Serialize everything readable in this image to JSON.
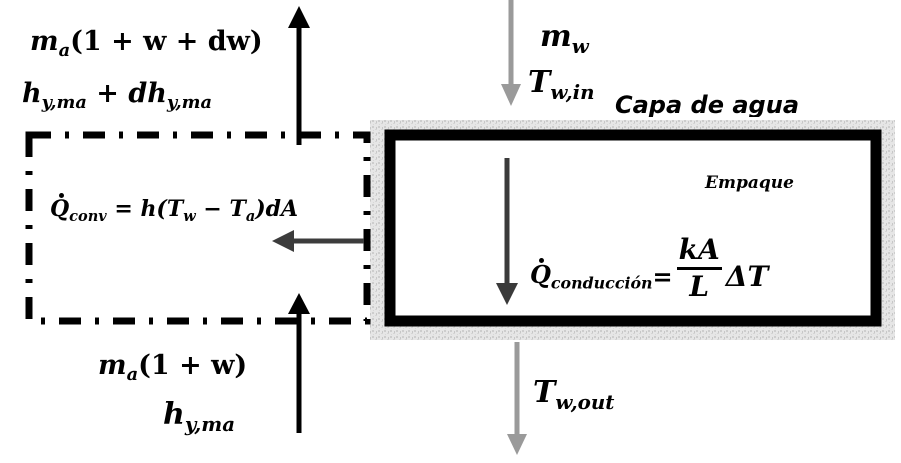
{
  "diagram": {
    "title": "Balance de masa y energía en un elemento diferencial de torre de enfriamiento",
    "colors": {
      "stroke_black": "#000000",
      "water_arrow_gray": "#9a9a9a",
      "conduction_arrow": "#3a3a3a",
      "convection_arrow": "#3c3c3c",
      "texture_band": "#d4d4d4"
    },
    "labels": {
      "air_out_mass": {
        "base": "m",
        "sub": "a",
        "rest": "(1 + w + dw)"
      },
      "air_out_enthalpy": {
        "base": "h",
        "sub": "y,ma",
        "mid": " + dh",
        "sub2": "y,ma"
      },
      "water_in_mass": {
        "base": "m",
        "sub": "w"
      },
      "water_in_temp": {
        "base": "T",
        "sub": "w,in"
      },
      "water_layer": "Capa de agua",
      "packing": "Empaque",
      "convection_eq": {
        "q": "Q",
        "sub": "conv",
        "rhs1": " = h(T",
        "sub_w": "w",
        "minus": " − T",
        "sub_a": "a",
        "rhs2": ")dA"
      },
      "conduction_eq": {
        "q": "Q",
        "sub": "conducción",
        "eq": " = ",
        "num": "kA",
        "den": "L",
        "tail": "ΔT"
      },
      "air_in_mass": {
        "base": "m",
        "sub": "a",
        "rest": "(1 + w)"
      },
      "air_in_enthalpy": {
        "base": "h",
        "sub": "y,ma"
      },
      "water_out_temp": {
        "base": "T",
        "sub": "w,out"
      }
    },
    "arrows": [
      {
        "name": "air-outflow-arrow",
        "direction": "up",
        "color": "black"
      },
      {
        "name": "air-inflow-arrow",
        "direction": "up",
        "color": "black"
      },
      {
        "name": "water-inflow-arrow",
        "direction": "down",
        "color": "gray"
      },
      {
        "name": "water-outflow-arrow",
        "direction": "down",
        "color": "gray"
      },
      {
        "name": "conduction-arrow",
        "direction": "down",
        "color": "dark-gray"
      },
      {
        "name": "convection-arrow",
        "direction": "left",
        "color": "dark-gray"
      }
    ],
    "regions": [
      {
        "name": "air-control-volume",
        "style": "dash-dot"
      },
      {
        "name": "packing-box",
        "style": "solid-thick"
      }
    ]
  }
}
